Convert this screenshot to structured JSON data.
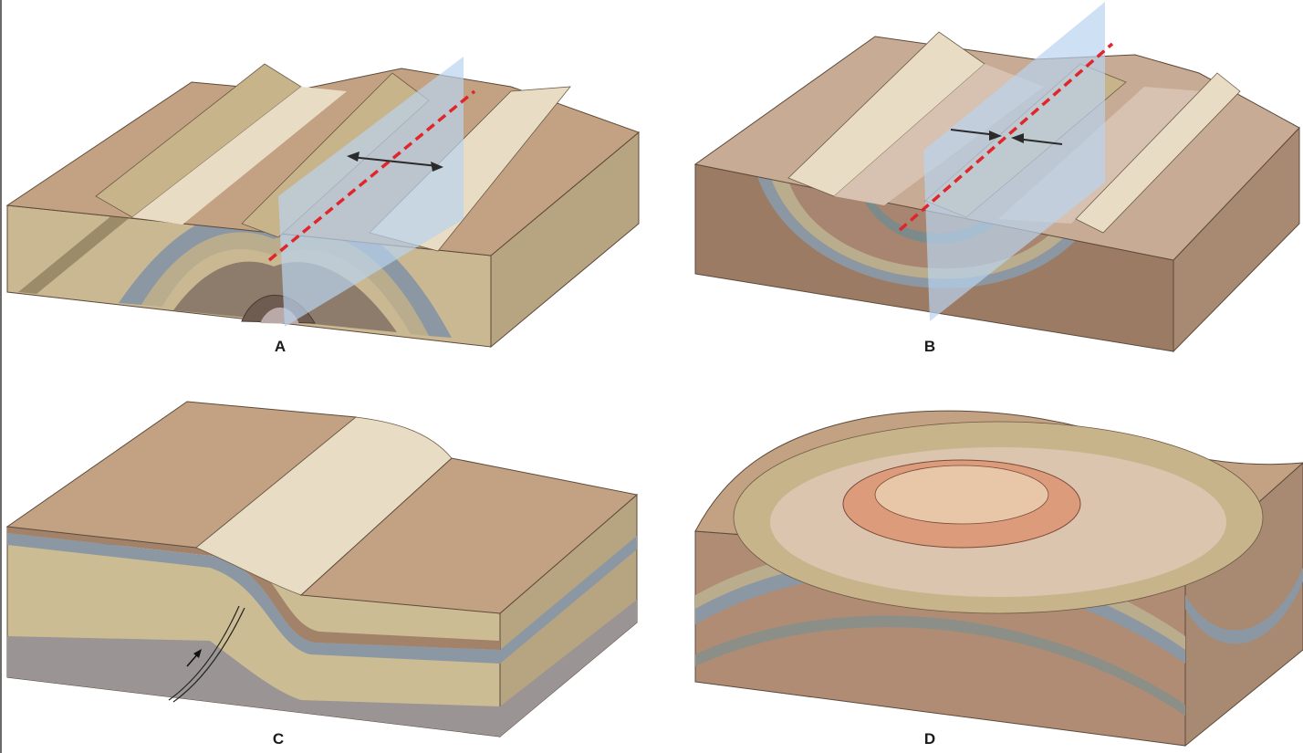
{
  "panels": [
    {
      "id": "A",
      "label": "A"
    },
    {
      "id": "B",
      "label": "B"
    },
    {
      "id": "C",
      "label": "C"
    },
    {
      "id": "D",
      "label": "D"
    }
  ],
  "colors": {
    "top_surface": "#c2a283",
    "ridge_light": "#e8dcc4",
    "ridge_tan": "#c8b48a",
    "side_tan": "#c5b48f",
    "side_brown": "#9c7b64",
    "band_blue": "#8b97a3",
    "band_speckle": "#b9ad8e",
    "axial_plane": "#b9d3ee",
    "axis_dashed": "#e0262a",
    "arrow": "#2b2b2b",
    "basement": "#9a9494",
    "dome_core": "#dc9c7c"
  }
}
